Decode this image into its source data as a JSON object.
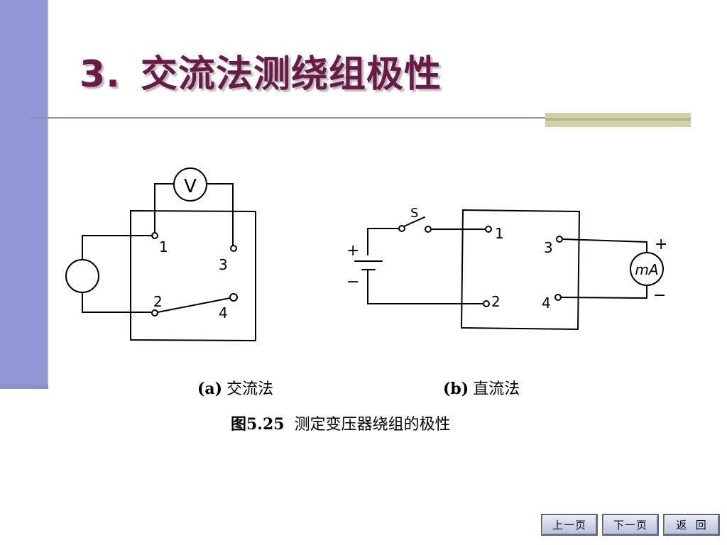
{
  "slide": {
    "title_number": "3.",
    "title_text": "交流法测绕组极性"
  },
  "diagram_a": {
    "meter_label": "V",
    "terminals": [
      "1",
      "2",
      "3",
      "4"
    ],
    "caption_tag": "(a)",
    "caption_text": "交流法"
  },
  "diagram_b": {
    "switch_label": "S",
    "battery_plus": "+",
    "battery_minus": "−",
    "meter_label": "mA",
    "meter_plus": "+",
    "meter_minus": "−",
    "terminals": [
      "1",
      "2",
      "3",
      "4"
    ],
    "caption_tag": "(b)",
    "caption_text": "直流法"
  },
  "figure": {
    "number": "图5.25",
    "text": "测定变压器绕组的极性"
  },
  "nav": {
    "prev": "上一页",
    "next": "下一页",
    "back": "返  回"
  }
}
